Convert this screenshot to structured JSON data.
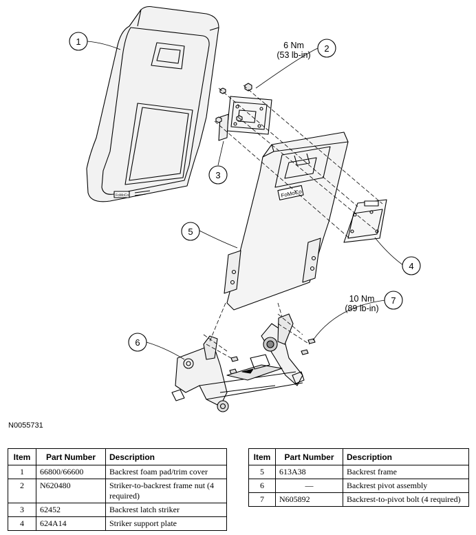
{
  "figure_id": "N0055731",
  "callouts": [
    {
      "num": "1"
    },
    {
      "num": "2"
    },
    {
      "num": "3"
    },
    {
      "num": "4"
    },
    {
      "num": "5"
    },
    {
      "num": "6"
    },
    {
      "num": "7"
    }
  ],
  "torque": [
    {
      "nm": "6 Nm",
      "lbin": "(53 lb-in)"
    },
    {
      "nm": "10 Nm",
      "lbin": "(89 lb-in)"
    }
  ],
  "part_labels": {
    "motorcraft": "FoMoCo"
  },
  "table": {
    "headers": [
      "Item",
      "Part Number",
      "Description"
    ],
    "left_rows": [
      {
        "item": "1",
        "part": "66800/66600",
        "desc": "Backrest foam pad/trim cover"
      },
      {
        "item": "2",
        "part": "N620480",
        "desc": "Striker-to-backrest frame nut (4 required)"
      },
      {
        "item": "3",
        "part": "62452",
        "desc": "Backrest latch striker"
      },
      {
        "item": "4",
        "part": "624A14",
        "desc": "Striker support plate"
      }
    ],
    "right_rows": [
      {
        "item": "5",
        "part": "613A38",
        "desc": "Backrest frame"
      },
      {
        "item": "6",
        "part": "—",
        "desc": "Backrest pivot assembly"
      },
      {
        "item": "7",
        "part": "N605892",
        "desc": "Backrest-to-pivot bolt (4 required)"
      }
    ]
  }
}
